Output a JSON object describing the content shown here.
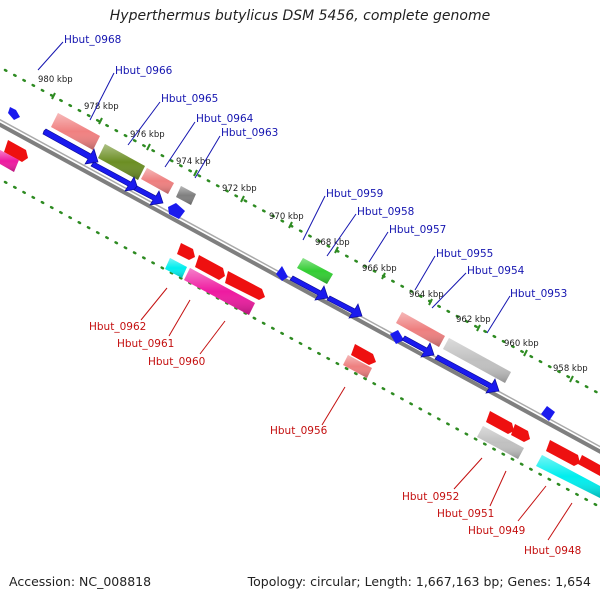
{
  "title": "Hyperthermus butylicus DSM 5456, complete genome",
  "accession_text": "Accession: NC_008818",
  "summary_text": "Topology: circular; Length: 1,667,163 bp; Genes: 1,654",
  "colors": {
    "backbone": "#7f7f7f",
    "dots": "#2e8b22",
    "forward_label": "#1515b0",
    "reverse_label": "#c41010",
    "blue": "#1a1aee",
    "red": "#ee1010",
    "pink": "#ee7f7f",
    "olive": "#6b8e23",
    "green": "#32cd32",
    "magenta": "#ee1aa0",
    "cyan": "#00eeee",
    "gray": "#7f7f7f",
    "lightgray": "#c0c0c0"
  },
  "ticks": [
    "980 kbp",
    "978 kbp",
    "976 kbp",
    "974 kbp",
    "972 kbp",
    "970 kbp",
    "968 kbp",
    "966 kbp",
    "964 kbp",
    "962 kbp",
    "960 kbp",
    "958 kbp"
  ],
  "forward_labels": [
    "Hbut_0968",
    "Hbut_0966",
    "Hbut_0965",
    "Hbut_0964",
    "Hbut_0963",
    "Hbut_0959",
    "Hbut_0958",
    "Hbut_0957",
    "Hbut_0955",
    "Hbut_0954",
    "Hbut_0953"
  ],
  "reverse_labels": [
    "Hbut_0962",
    "Hbut_0961",
    "Hbut_0960",
    "Hbut_0956",
    "Hbut_0952",
    "Hbut_0951",
    "Hbut_0949",
    "Hbut_0948"
  ]
}
